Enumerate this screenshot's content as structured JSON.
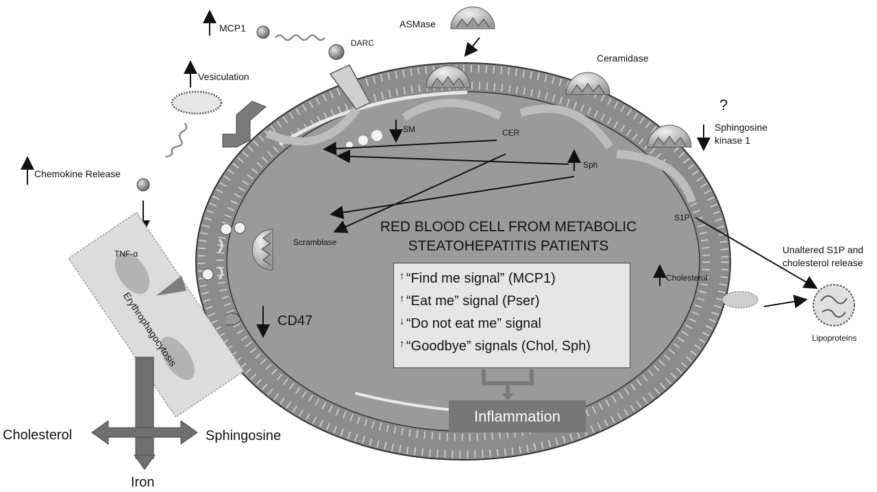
{
  "title_line1": "RED BLOOD CELL FROM METABOLIC",
  "title_line2": "STEATOHEPATITIS PATIENTS",
  "signals": [
    {
      "dir": "↑",
      "text": "“Find me signal” (MCP1)"
    },
    {
      "dir": "↑",
      "text": "“Eat me” signal (Pser)"
    },
    {
      "dir": "↓",
      "text": "“Do not eat me” signal"
    },
    {
      "dir": "↑",
      "text": "“Goodbye” signals (Chol, Sph)"
    }
  ],
  "inflammation": "Inflammation",
  "labels": {
    "mcp1": "MCP1",
    "darc": "DARC",
    "asmase": "ASMase",
    "ceramidase": "Ceramidase",
    "question": "?",
    "sphingosine_kinase_1": "Sphingosine",
    "sphingosine_kinase_2": "kinase 1",
    "vesiculation": "Vesiculation",
    "chemokine_release": "Chemokine Release",
    "sm": "SM",
    "cer": "CER",
    "sph": "Sph",
    "s1p": "S1P",
    "scramblase": "Scramblase",
    "cd47": "CD47",
    "cholesterol_membrane": "Cholesterol",
    "unaltered_1": "Unaltered S1P and",
    "unaltered_2": "cholesterol release",
    "lipoproteins": "Lipoproteins",
    "tnf": "TNF-α",
    "erythrophagocytosis": "Erythrophagocytosis",
    "out_cholesterol": "Cholesterol",
    "out_sphingosine": "Sphingosine",
    "out_iron": "Iron"
  },
  "arrows": {
    "up": "↑",
    "down": "↓"
  },
  "colors": {
    "cell_fill": "#9a9a9a",
    "membrane": "#8c8c8c",
    "box_fill": "#e6e6e6",
    "inflammation_fill": "#777777",
    "cross_arrow": "#6f6f6f"
  }
}
